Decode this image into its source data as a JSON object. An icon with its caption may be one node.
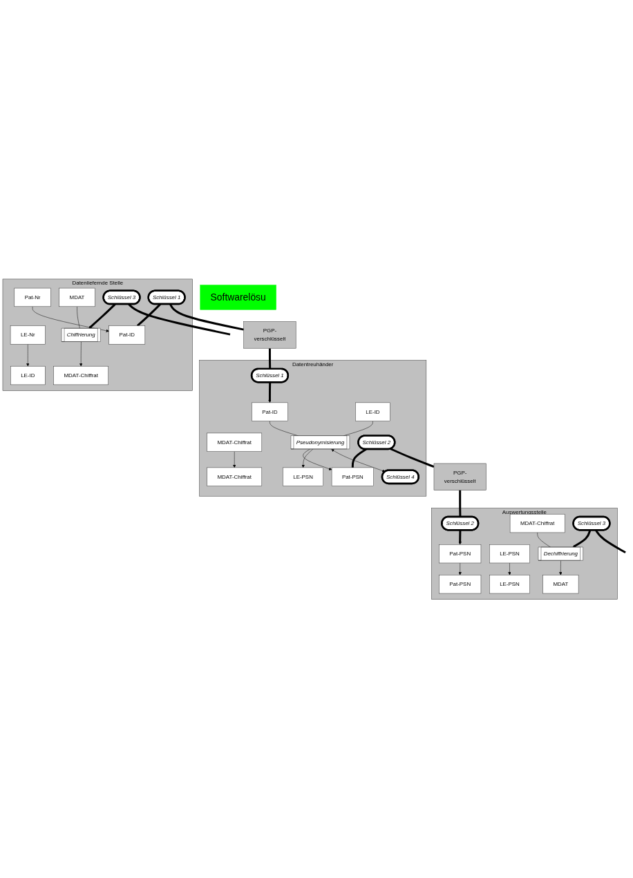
{
  "diagram": {
    "nodes": [
      {
        "text": [
          "Datenliefernde Stelle"
        ]
      },
      {
        "text": [
          "Pat-Nr"
        ],
        "in": 0
      },
      {
        "text": [
          "LE-Nr"
        ],
        "in": 0
      },
      {
        "text": [
          "MDAT"
        ],
        "in": 0
      },
      {
        "text": [
          "Chiffrierung"
        ],
        "in": 0
      },
      {
        "text": [
          "Schlüssel 3"
        ],
        "in": 0
      },
      {
        "text": [
          "Schlüssel 1"
        ],
        "in": 0
      },
      {
        "text": [
          "Pat-ID"
        ],
        "in": 0
      },
      {
        "text": [
          "LE-ID"
        ],
        "in": 0
      },
      {
        "text": [
          "MDAT-Chiffrat"
        ],
        "in": 0
      },
      {
        "text": [
          "PGP-",
          "verschlüsselt"
        ]
      },
      {
        "text": [
          "Datentreuhänder"
        ]
      },
      {
        "text": [
          "Schlüssel 1"
        ],
        "in": 11
      },
      {
        "text": [
          "Pat-ID"
        ],
        "in": 11
      },
      {
        "text": [
          "LE-ID"
        ],
        "in": 11
      },
      {
        "text": [
          "MDAT-Chiffrat"
        ],
        "in": 11
      },
      {
        "text": [
          "Pseudonymisierung"
        ],
        "in": 11
      },
      {
        "text": [
          "Schlüssel 4"
        ],
        "in": 11
      },
      {
        "text": [
          "Schlüssel 2"
        ],
        "in": 11
      },
      {
        "text": [
          "Pat-PSN"
        ],
        "in": 11
      },
      {
        "text": [
          "LE-PSN"
        ],
        "in": 11
      },
      {
        "text": [
          "MDAT-Chiffrat"
        ],
        "in": 11
      },
      {
        "text": [
          "PGP-",
          "verschlüsselt"
        ]
      },
      {
        "text": [
          "Auswertungsstelle"
        ]
      },
      {
        "text": [
          "Schlüssel 2"
        ],
        "in": 23
      },
      {
        "text": [
          "Pat-PSN"
        ],
        "in": 23
      },
      {
        "text": [
          "LE-PSN"
        ],
        "in": 23
      },
      {
        "text": [
          "MDAT-Chiffrat"
        ],
        "in": 23
      },
      {
        "text": [
          "Dechiffrierung"
        ],
        "in": 23
      },
      {
        "text": [
          "Schlüssel 3"
        ],
        "in": 23
      },
      {
        "text": [
          "Pat-PSN"
        ],
        "in": 23
      },
      {
        "text": [
          "LE-PSN"
        ],
        "in": 23
      },
      {
        "text": [
          "MDAT"
        ],
        "in": 23
      },
      {
        "text": [
          "Softwarelösu"
        ]
      }
    ],
    "edges": [
      {
        "from": 1,
        "to": 7,
        "arrow": "to"
      },
      {
        "from": 2,
        "to": 8,
        "arrow": "to"
      },
      {
        "from": 3,
        "to": 4,
        "arrow": "none"
      },
      {
        "from": 4,
        "to": 9,
        "arrow": "to"
      },
      {
        "from": 5,
        "to": 4,
        "arrow": "to",
        "style": "thick"
      },
      {
        "from": 5,
        "to": null,
        "arrow": "none",
        "style": "thick"
      },
      {
        "from": 6,
        "to": 7,
        "arrow": "none",
        "style": "thick"
      },
      {
        "from": 6,
        "to": 10,
        "arrow": "none",
        "style": "thick"
      },
      {
        "from": 10,
        "to": 12,
        "arrow": "none",
        "style": "thick"
      },
      {
        "from": 12,
        "to": 13,
        "arrow": "to",
        "style": "thick"
      },
      {
        "from": 13,
        "to": 16,
        "arrow": "none"
      },
      {
        "from": 14,
        "to": 16,
        "arrow": "none"
      },
      {
        "from": 16,
        "to": 19,
        "arrow": "to"
      },
      {
        "from": 16,
        "to": 20,
        "arrow": "to"
      },
      {
        "from": 15,
        "to": 21,
        "arrow": "to"
      },
      {
        "from": 16,
        "to": 17,
        "arrow": "both"
      },
      {
        "from": 18,
        "to": 19,
        "arrow": "none",
        "style": "thick"
      },
      {
        "from": 18,
        "to": 22,
        "arrow": "none",
        "style": "thick"
      },
      {
        "from": 22,
        "to": 24,
        "arrow": "none",
        "style": "thick"
      },
      {
        "from": 24,
        "to": 25,
        "arrow": "to",
        "style": "thick"
      },
      {
        "from": 25,
        "to": 30,
        "arrow": "to"
      },
      {
        "from": 26,
        "to": 31,
        "arrow": "to"
      },
      {
        "from": 27,
        "to": 28,
        "arrow": "none"
      },
      {
        "from": 28,
        "to": 32,
        "arrow": "to"
      },
      {
        "from": 29,
        "to": 28,
        "arrow": "to",
        "style": "thick"
      },
      {
        "from": 29,
        "to": null,
        "arrow": "none",
        "style": "thick"
      }
    ]
  }
}
